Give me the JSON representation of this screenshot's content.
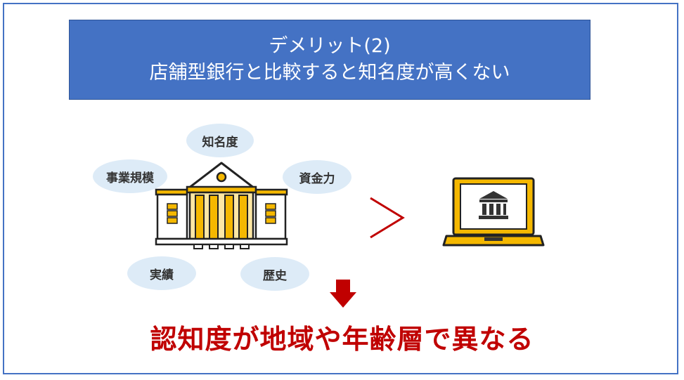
{
  "title": {
    "line1": "デメリット(2)",
    "line2": "店舗型銀行と比較すると知名度が高くない"
  },
  "bubbles": {
    "chimeido": "知名度",
    "jigyo_kibo": "事業規模",
    "shikin": "資金力",
    "jisseki": "実績",
    "rekishi": "歴史"
  },
  "comparison_symbol": ">",
  "conclusion": "認知度が地域や年齢層で異なる",
  "colors": {
    "frame": "#4472c4",
    "title_bg": "#4472c4",
    "bubble_bg": "#ddebf7",
    "accent_red": "#c00000",
    "bank_yellow": "#f5b800"
  }
}
